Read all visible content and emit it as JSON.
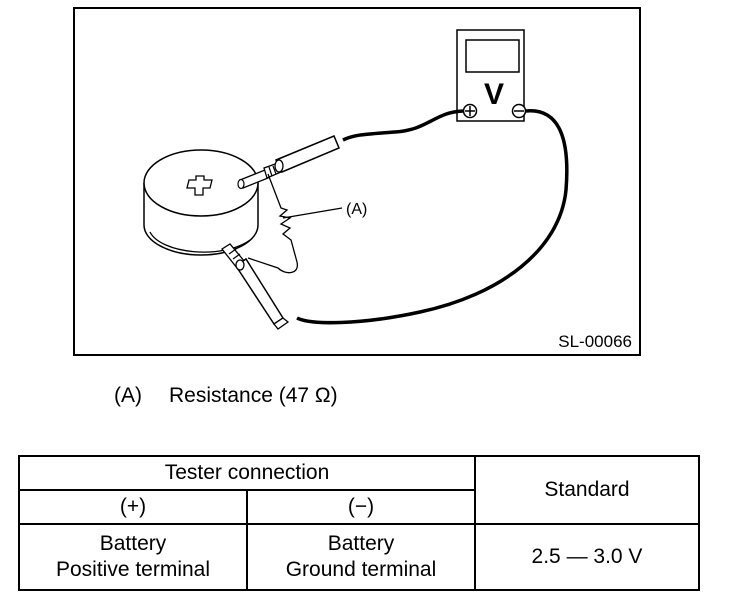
{
  "figure": {
    "id_label": "SL-00066",
    "callout_label": "(A)",
    "meter_label": "V",
    "meter_terminals": {
      "positive": "plus-terminal",
      "negative": "minus-terminal"
    },
    "battery_mark": "plus-mark"
  },
  "legend": {
    "key": "(A)",
    "description": "Resistance (47 Ω)"
  },
  "table": {
    "header": {
      "group_label": "Tester connection",
      "standard_label": "Standard",
      "positive_label": "(+)",
      "negative_label": "(−)"
    },
    "rows": [
      {
        "positive": [
          "Battery",
          "Positive terminal"
        ],
        "negative": [
          "Battery",
          "Ground terminal"
        ],
        "standard": "2.5 — 3.0 V"
      }
    ]
  }
}
